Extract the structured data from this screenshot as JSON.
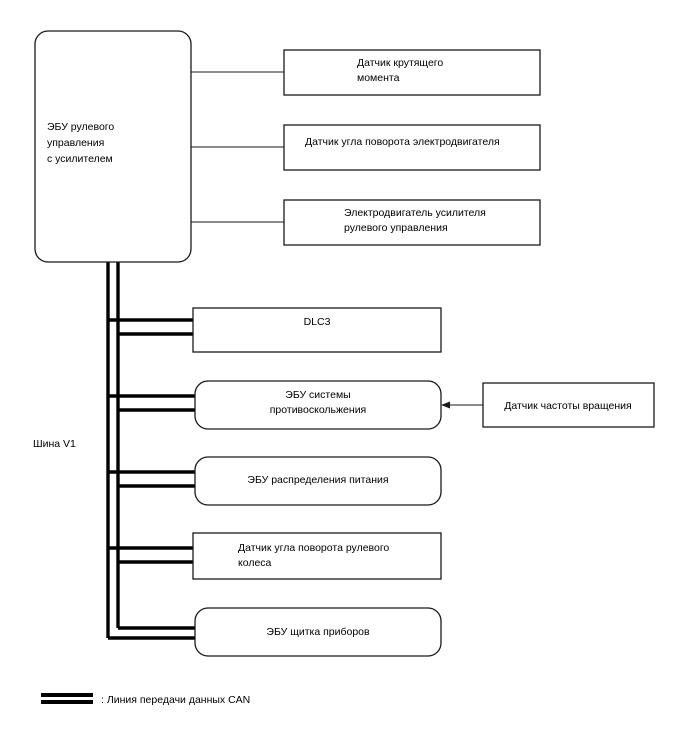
{
  "diagram": {
    "title": "Power steering ECU CAN network diagram",
    "bus_label": "Шина V1",
    "main_ecu": {
      "lines": [
        "ЭБУ рулевого",
        "управления",
        "с усилителем"
      ]
    },
    "direct_nodes": [
      {
        "id": "torque-sensor",
        "lines": [
          "Датчик крутящего",
          "момента"
        ],
        "shape": "rect"
      },
      {
        "id": "motor-angle-sensor",
        "lines": [
          "Датчик угла поворота электродвигателя"
        ],
        "shape": "rect"
      },
      {
        "id": "steering-assist-motor",
        "lines": [
          "Электродвигатель усилителя",
          "рулевого управления"
        ],
        "shape": "rect"
      }
    ],
    "bus_nodes": [
      {
        "id": "dlc3",
        "lines": [
          "DLC3"
        ],
        "shape": "rect",
        "align": "center"
      },
      {
        "id": "abs-ecu",
        "lines": [
          "ЭБУ системы",
          "противоскольжения"
        ],
        "shape": "round",
        "align": "center"
      },
      {
        "id": "power-distribution-ecu",
        "lines": [
          "ЭБУ распределения питания"
        ],
        "shape": "round",
        "align": "center"
      },
      {
        "id": "steering-angle-sensor",
        "lines": [
          "Датчик угла поворота рулевого",
          "колеса"
        ],
        "shape": "rect",
        "align": "left"
      },
      {
        "id": "combination-meter-ecu",
        "lines": [
          "ЭБУ щитка приборов"
        ],
        "shape": "round",
        "align": "center"
      }
    ],
    "side_node": {
      "id": "speed-sensor",
      "lines": [
        "Датчик частоты вращения"
      ],
      "shape": "rect"
    },
    "legend": {
      "symbol_name": "can-bus-line-symbol",
      "text": ": Линия передачи данных CAN"
    },
    "colors": {
      "stroke": "#1a1a1a",
      "bus": "#000000",
      "background": "#ffffff"
    }
  }
}
